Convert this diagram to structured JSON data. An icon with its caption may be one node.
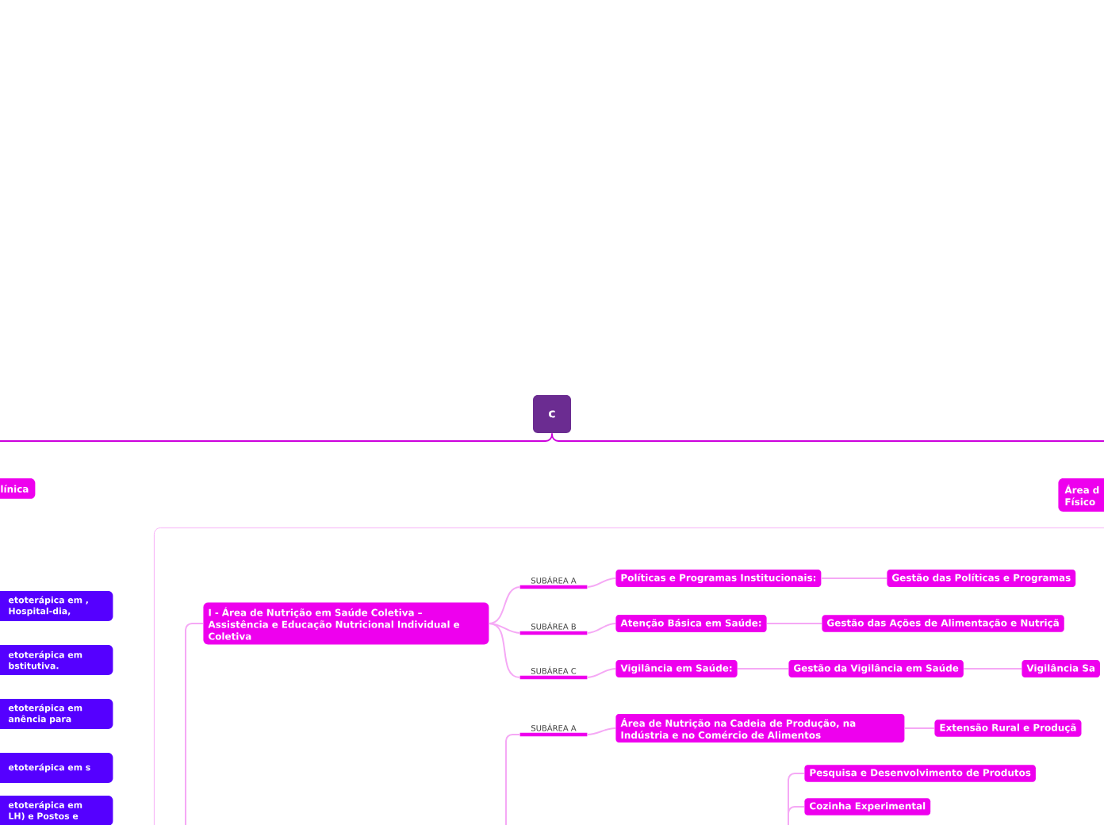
{
  "diagram": {
    "nodes": [
      {
        "text": [
          "c"
        ]
      },
      {
        "text": [
          "línica"
        ]
      },
      {
        "text": [
          "Área d Físico"
        ]
      },
      {
        "text": [
          "etoterápica em , Hospital-dia,"
        ]
      },
      {
        "text": [
          "etoterápica em bstitutiva."
        ]
      },
      {
        "text": [
          "etoterápica em anência para"
        ]
      },
      {
        "text": [
          "etoterápica em s"
        ]
      },
      {
        "text": [
          "etoterápica em LH) e Postos e"
        ]
      },
      {
        "text": [],
        "shape": "box"
      },
      {
        "text": [
          "I - Área de Nutrição em Saúde Coletiva – Assistência e Educação Nutricional Individual e Coletiva"
        ],
        "in": 8
      },
      {
        "text": [
          "SUBÁREA A"
        ],
        "in": 8
      },
      {
        "text": [
          "SUBÁREA B"
        ],
        "in": 8
      },
      {
        "text": [
          "SUBÁREA C"
        ],
        "in": 8
      },
      {
        "text": [
          "Políticas e Programas Institucionais:"
        ],
        "in": 8
      },
      {
        "text": [
          "Gestão das Políticas e Programas"
        ],
        "in": 8
      },
      {
        "text": [
          "Atenção Básica em Saúde:"
        ],
        "in": 8
      },
      {
        "text": [
          "Gestão das Ações de Alimentação e Nutriçã"
        ],
        "in": 8
      },
      {
        "text": [
          "Vigilância em Saúde:"
        ],
        "in": 8
      },
      {
        "text": [
          "Gestão da Vigilância em Saúde"
        ],
        "in": 8
      },
      {
        "text": [
          "Vigilância Sa"
        ],
        "in": 8
      },
      {
        "text": [
          "SUBÁREA A"
        ],
        "in": 8
      },
      {
        "text": [
          "Área de Nutrição na Cadeia de Produção, na Indústria e no Comércio de Alimentos"
        ],
        "in": 8
      },
      {
        "text": [
          "Extensão Rural e Produçã"
        ],
        "in": 8
      },
      {
        "text": [
          "Pesquisa e Desenvolvimento de Produtos"
        ],
        "in": 8
      },
      {
        "text": [
          "Cozinha Experimental"
        ],
        "in": 8
      }
    ],
    "edges": [
      {
        "from": 0,
        "to": null,
        "arrow": "none",
        "color": "#cc00dd"
      },
      {
        "from": 0,
        "to": null,
        "arrow": "none",
        "color": "#cc00dd"
      },
      {
        "from": null,
        "to": 9,
        "arrow": "none"
      },
      {
        "from": 9,
        "to": 10,
        "arrow": "none"
      },
      {
        "from": 9,
        "to": 11,
        "arrow": "none"
      },
      {
        "from": 9,
        "to": 12,
        "arrow": "none"
      },
      {
        "from": 10,
        "to": 13,
        "arrow": "none"
      },
      {
        "from": 13,
        "to": 14,
        "arrow": "none"
      },
      {
        "from": 11,
        "to": 15,
        "arrow": "none"
      },
      {
        "from": 15,
        "to": 16,
        "arrow": "none"
      },
      {
        "from": 12,
        "to": 17,
        "arrow": "none"
      },
      {
        "from": 17,
        "to": 18,
        "arrow": "none"
      },
      {
        "from": 18,
        "to": 19,
        "arrow": "none"
      },
      {
        "from": null,
        "to": 20,
        "arrow": "none"
      },
      {
        "from": 20,
        "to": 21,
        "arrow": "none"
      },
      {
        "from": 21,
        "to": 22,
        "arrow": "none"
      },
      {
        "from": null,
        "to": 23,
        "arrow": "none"
      },
      {
        "from": null,
        "to": 24,
        "arrow": "none"
      }
    ]
  }
}
